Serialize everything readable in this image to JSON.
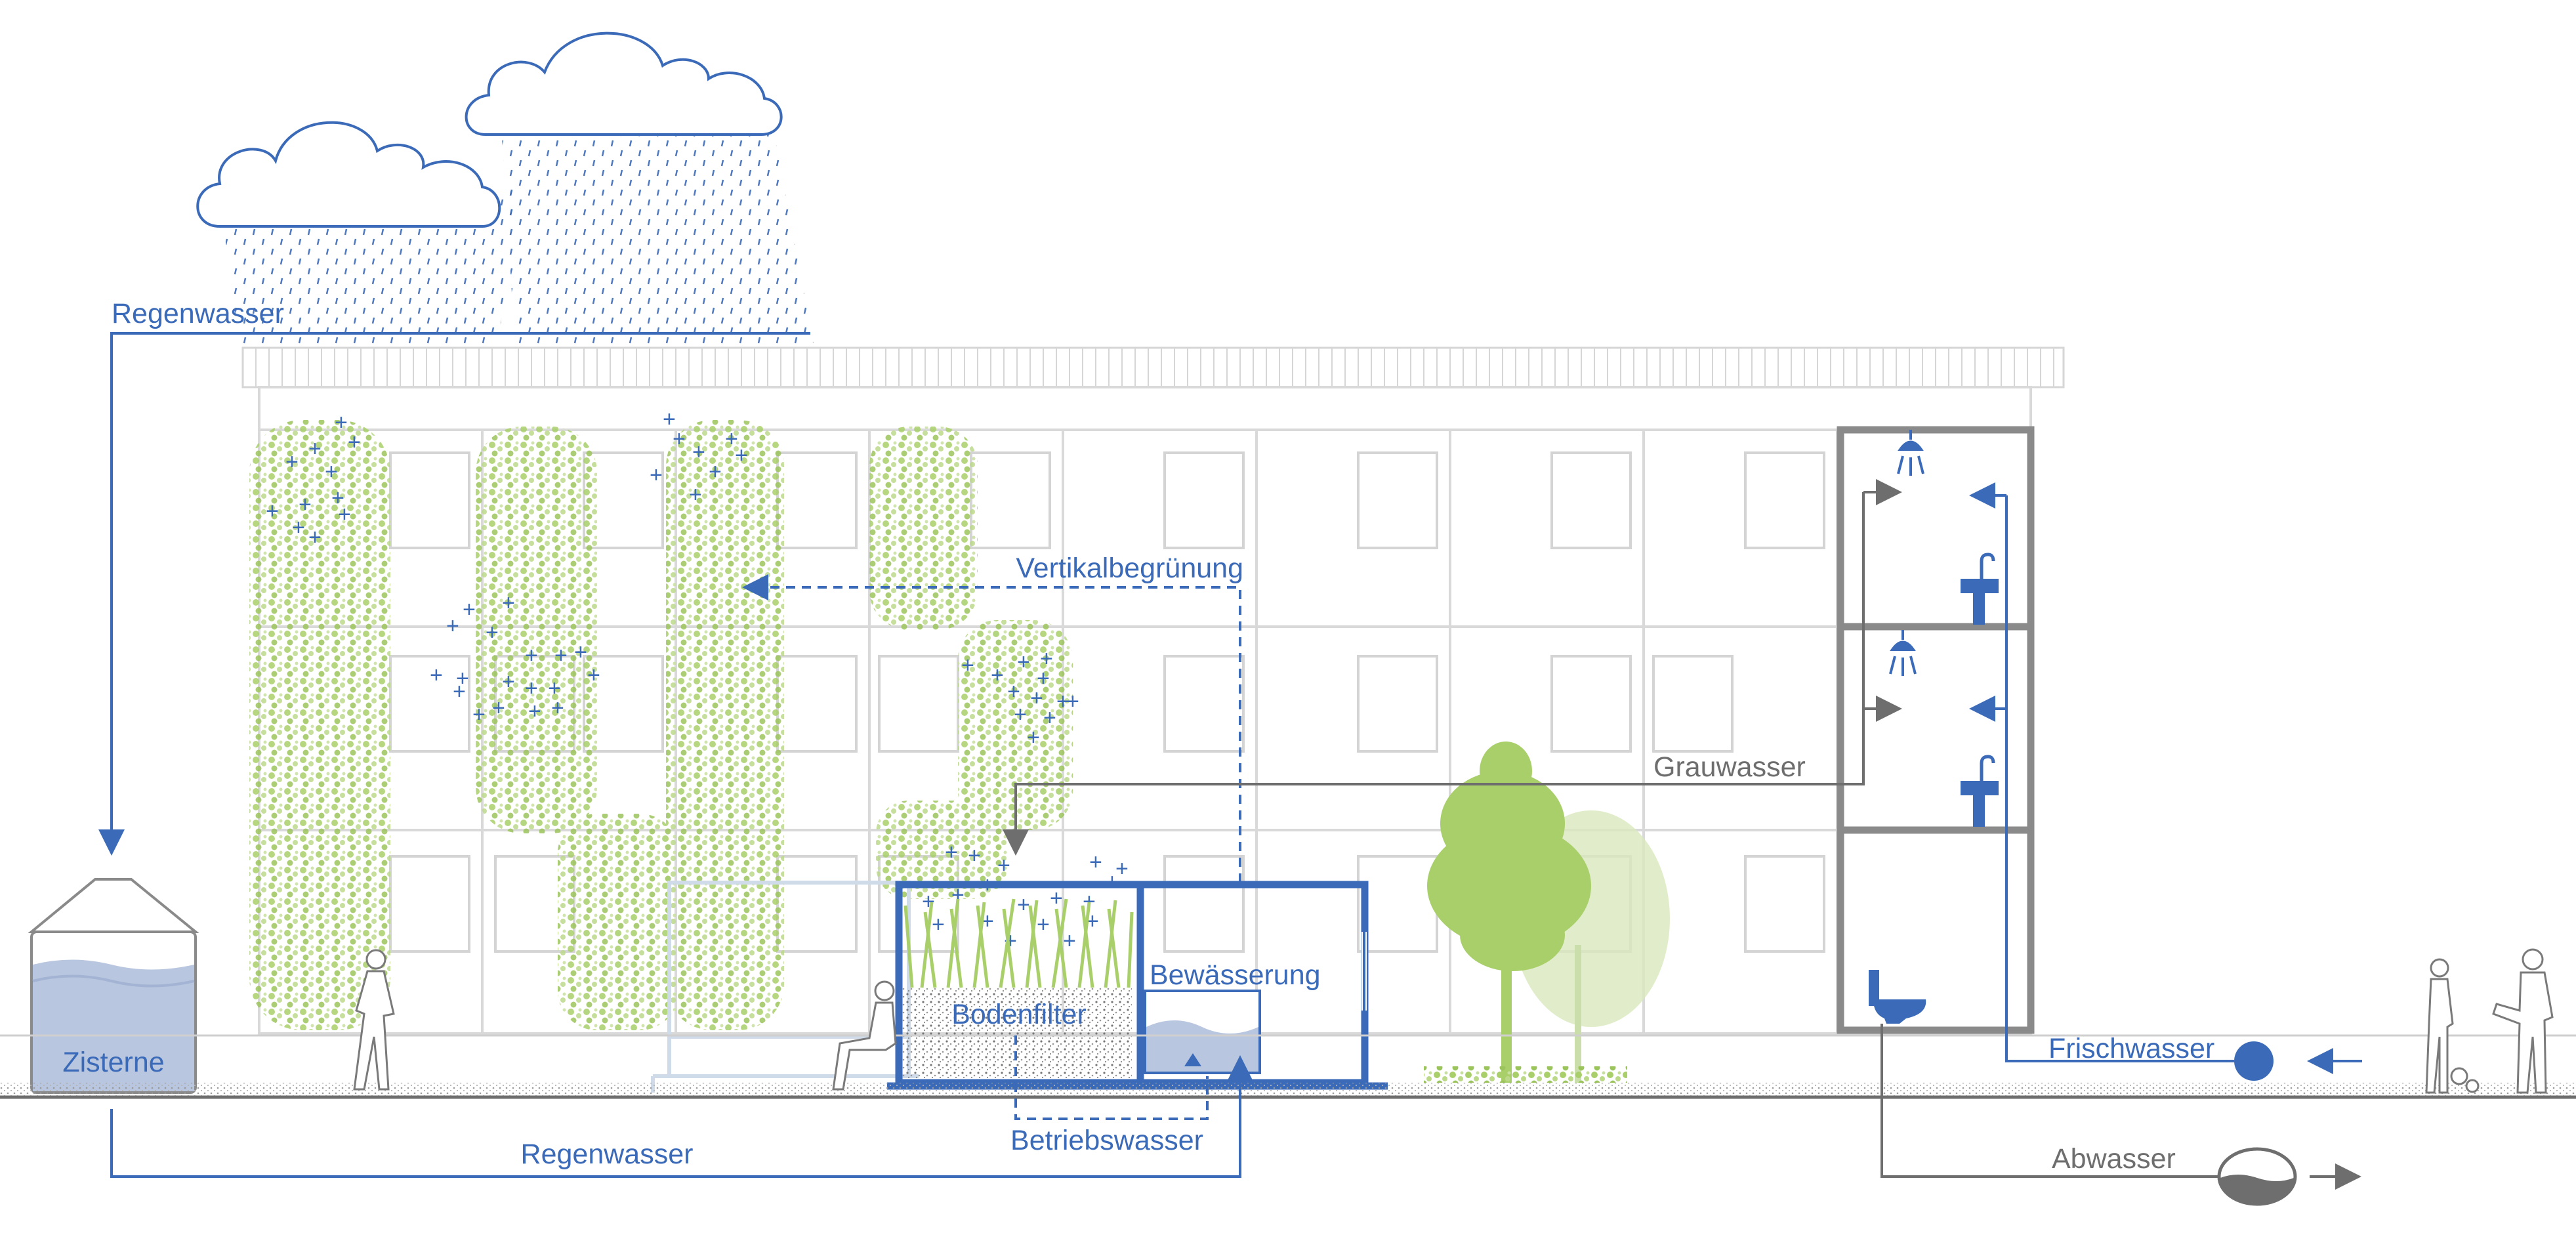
{
  "labels": {
    "regenwasser_top": "Regenwasser",
    "vertikalbegruenung": "Vertikalbegrünung",
    "grauwasser": "Grauwasser",
    "bewaesserung": "Bewässerung",
    "bodenfilter": "Bodenfilter",
    "zisterne": "Zisterne",
    "frischwasser": "Frischwasser",
    "regenwasser_bottom": "Regenwasser",
    "betriebswasser": "Betriebswasser",
    "abwasser": "Abwasser"
  },
  "colors": {
    "water_blue": "#3a6ab8",
    "grey_water": "#6e6e6e",
    "plant_green": "#a9cf6a",
    "facade_grey": "#d4d4d4",
    "tank_water": "#b9c6df"
  },
  "icons": [
    "cloud-icon",
    "rain-icon",
    "shower-icon",
    "sink-icon",
    "toilet-icon",
    "person-icon",
    "tree-icon",
    "pump-icon",
    "sewage-tank-icon"
  ]
}
